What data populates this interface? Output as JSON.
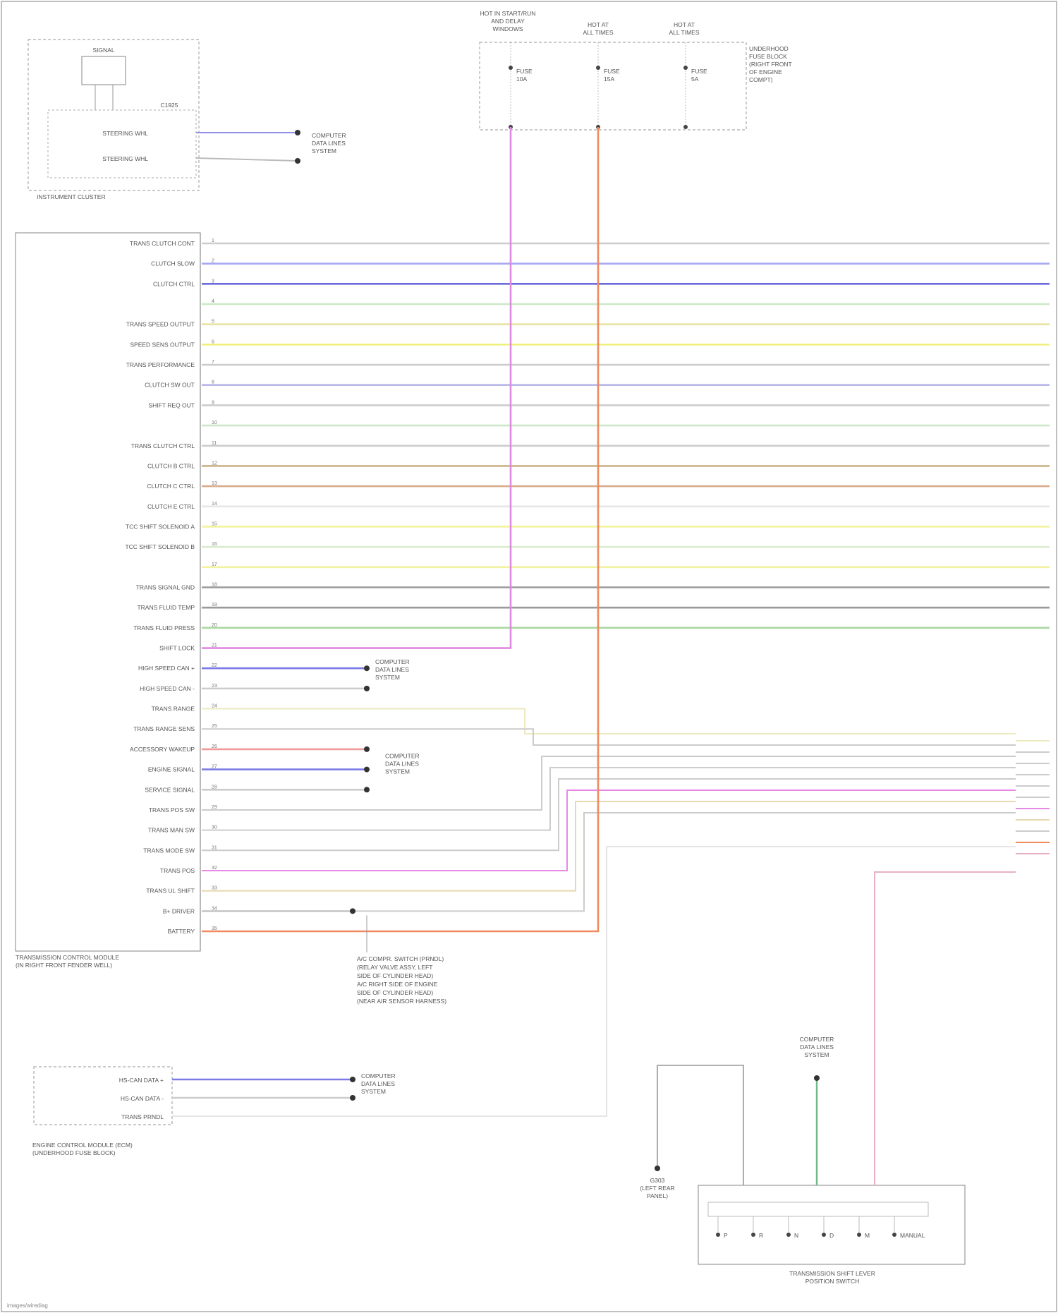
{
  "diagram": {
    "colors": {
      "frame": "#aaaaaa",
      "box_line": "#999999",
      "dashed": "#aaaaaa",
      "wire_default": "#9a9a9a"
    },
    "modules": {
      "tcm": {
        "title_lines": [
          "TRANSMISSION CONTROL MODULE",
          "(IN RIGHT FRONT FENDER WELL)"
        ]
      },
      "instrument_cluster": {
        "title_lines": [
          "INSTRUMENT CLUSTER"
        ],
        "sub_box": "SIGNAL",
        "connector": "C1925",
        "pins": [
          "STEERING WHL",
          "STEERING WHL"
        ]
      },
      "fuse_block": {
        "top_label_lines": [
          "HOT IN START/RUN",
          "AND DELAY",
          "WINDOWS"
        ],
        "hot_labels": [
          [
            "HOT AT",
            "ALL TIMES"
          ],
          [
            "HOT AT",
            "ALL TIMES"
          ]
        ],
        "fuses": [
          [
            "FUSE",
            "10A"
          ],
          [
            "FUSE",
            "15A"
          ],
          [
            "FUSE",
            "5A"
          ]
        ],
        "side_lines": [
          "UNDERHOOD",
          "FUSE BLOCK",
          "(RIGHT FRONT",
          "OF ENGINE",
          "COMPT)"
        ]
      },
      "ecm": {
        "title_lines": [
          "ENGINE CONTROL MODULE (ECM)",
          "(UNDERHOOD FUSE BLOCK)"
        ],
        "pin_labels": [
          "HS-CAN DATA +",
          "HS-CAN DATA -",
          "TRANS PRNDL"
        ]
      },
      "shifter": {
        "title_lines": [
          "TRANSMISSION SHIFT LEVER",
          "POSITION SWITCH"
        ],
        "upper_label": [
          "COMPUTER",
          "DATA LINES",
          "SYSTEM"
        ],
        "ground_label": [
          "G303",
          "(LEFT REAR",
          "PANEL)"
        ],
        "switch_labels": [
          "P",
          "R",
          "N",
          "D",
          "M",
          "MANUAL"
        ]
      },
      "note_lines": [
        "A/C COMPR. SWITCH (PRNDL)",
        "(RELAY VALVE ASSY, LEFT",
        "SIDE OF CYLINDER HEAD)",
        "A/C RIGHT SIDE OF ENGINE",
        "SIDE OF CYLINDER HEAD)",
        "(NEAR AIR SENSOR HARNESS)"
      ]
    },
    "destination_label": [
      "COMPUTER",
      "DATA LINES",
      "SYSTEM"
    ],
    "rows": [
      {
        "label": "TRANS CLUTCH CONT",
        "color": "#cccccc",
        "right": true
      },
      {
        "label": "CLUTCH SLOW",
        "color": "#a7a7f3",
        "right": true
      },
      {
        "label": "CLUTCH CTRL",
        "color": "#6b6bdd",
        "right": true
      },
      {
        "label": "",
        "color": "#cde8c8",
        "right": true
      },
      {
        "label": "TRANS SPEED OUTPUT",
        "color": "#e8e3a0",
        "right": true
      },
      {
        "label": "SPEED SENS OUTPUT",
        "color": "#f0f07a",
        "right": true
      },
      {
        "label": "TRANS PERFORMANCE",
        "color": "#cccccc",
        "right": true
      },
      {
        "label": "CLUTCH SW OUT",
        "color": "#b7b7e8",
        "right": true
      },
      {
        "label": "SHIFT REQ OUT",
        "color": "#cccccc",
        "right": true
      },
      {
        "label": "",
        "color": "#cde8c8",
        "right": true
      },
      {
        "label": "TRANS CLUTCH CTRL",
        "color": "#cccccc",
        "right": true
      },
      {
        "label": "CLUTCH B CTRL",
        "color": "#ccb388",
        "right": true
      },
      {
        "label": "CLUTCH C CTRL",
        "color": "#d9a98a",
        "right": true
      },
      {
        "label": "CLUTCH E CTRL",
        "color": "#e6e6e6",
        "right": true
      },
      {
        "label": "TCC SHIFT SOLENOID A",
        "color": "#f2f29e",
        "right": true
      },
      {
        "label": "TCC SHIFT SOLENOID B",
        "color": "#d9eccd",
        "right": true
      },
      {
        "label": "",
        "color": "#f2f2a0",
        "right": true
      },
      {
        "label": "TRANS SIGNAL GND",
        "color": "#9a9a9a",
        "right": true
      },
      {
        "label": "TRANS FLUID TEMP",
        "color": "#9a9a9a",
        "right": true
      },
      {
        "label": "TRANS FLUID PRESS",
        "color": "#a8d8a0",
        "right": true
      },
      {
        "label": "SHIFT LOCK",
        "color": "#e089e0",
        "right": false,
        "to_fuse": 0
      },
      {
        "label": "HIGH SPEED CAN +",
        "color": "#7a7ae8",
        "right": false,
        "to_bus": true
      },
      {
        "label": "HIGH SPEED CAN -",
        "color": "#cccccc",
        "right": false,
        "to_bus": true
      },
      {
        "label": "TRANS RANGE",
        "color": "#eeeac0",
        "right": false
      },
      {
        "label": "TRANS RANGE SENS",
        "color": "#cccccc",
        "right": false
      },
      {
        "label": "ACCESSORY WAKEUP",
        "color": "#ef9a9a",
        "right": false,
        "to_bus": true
      },
      {
        "label": "ENGINE SIGNAL",
        "color": "#7a7ae8",
        "right": false,
        "to_bus": true
      },
      {
        "label": "SERVICE SIGNAL",
        "color": "#cccccc",
        "right": false,
        "to_bus": true
      },
      {
        "label": "TRANS POS SW",
        "color": "#cccccc",
        "right": false
      },
      {
        "label": "TRANS MAN SW",
        "color": "#cccccc",
        "right": false
      },
      {
        "label": "TRANS MODE SW",
        "color": "#cccccc",
        "right": false
      },
      {
        "label": "TRANS POS",
        "color": "#e68ae6",
        "right": false
      },
      {
        "label": "TRANS UL SHIFT",
        "color": "#e8d8b0",
        "right": false
      },
      {
        "label": "B+ DRIVER",
        "color": "#cccccc",
        "right": false
      },
      {
        "label": "BATTERY",
        "color": "#f08a60",
        "right": false,
        "to_fuse": 1
      }
    ],
    "rightside_wires": [
      {
        "color": "#eeeac0"
      },
      {
        "color": "#cccccc"
      },
      {
        "color": "#cccccc"
      },
      {
        "color": "#cccccc"
      },
      {
        "color": "#cccccc"
      },
      {
        "color": "#cccccc"
      },
      {
        "color": "#e68ae6"
      },
      {
        "color": "#e8d8b0"
      },
      {
        "color": "#cccccc"
      },
      {
        "color": "#f08a60"
      },
      {
        "color": "#e8b0c0"
      }
    ],
    "footer": "images/wirediag"
  }
}
